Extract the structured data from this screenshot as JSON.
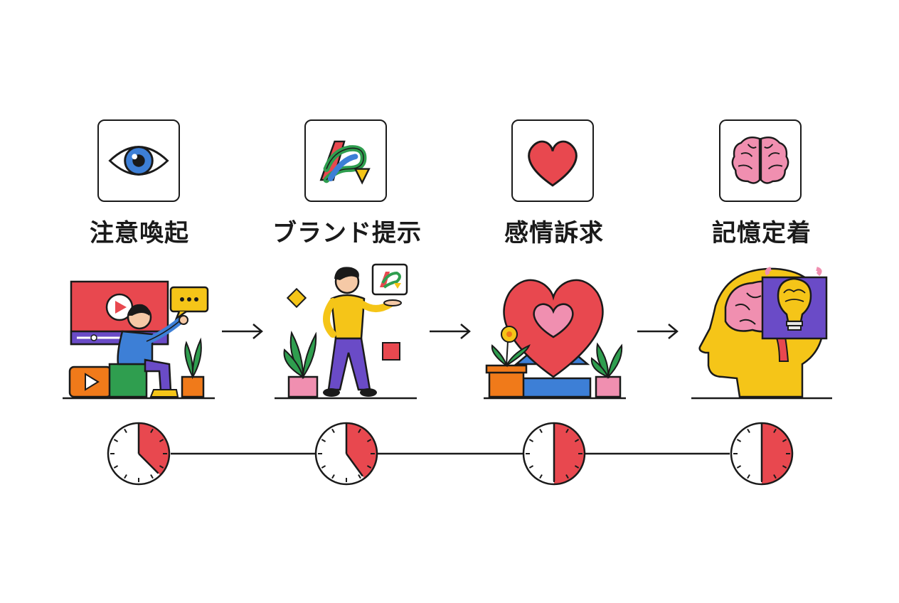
{
  "steps": [
    {
      "label": "注意喚起",
      "icon": "eye-icon",
      "scene": "video-viewer",
      "time_fraction": 0.375
    },
    {
      "label": "ブランド提示",
      "icon": "brand-logo-icon",
      "scene": "presenter-with-logo",
      "time_fraction": 0.4
    },
    {
      "label": "感情訴求",
      "icon": "heart-icon",
      "scene": "heart-with-plants",
      "time_fraction": 0.5
    },
    {
      "label": "記憶定着",
      "icon": "brain-icon",
      "scene": "head-with-brain-and-lightbulb",
      "time_fraction": 0.5
    }
  ],
  "colors": {
    "red": "#e8484f",
    "blue": "#3d7fd6",
    "yellow": "#f5c518",
    "green": "#2f9e4f",
    "purple": "#6a4bc7",
    "pink": "#f08fb0",
    "orange": "#f07a1a",
    "outline": "#1a1a1a"
  }
}
